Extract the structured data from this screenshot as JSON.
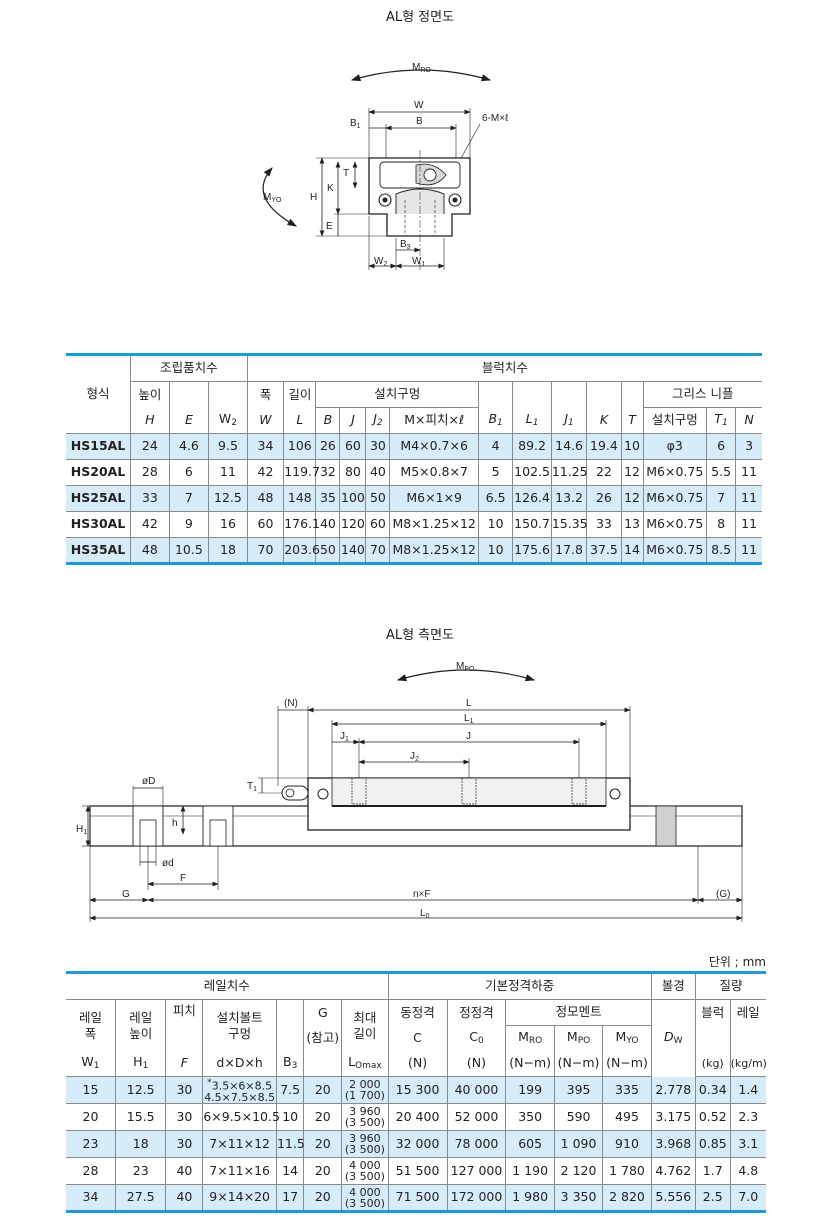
{
  "front_title": "AL형 정면도",
  "side_title": "AL형 측면도",
  "unit_label": "단위 ; mm",
  "front_labels": {
    "mro": "M",
    "mro_sub": "RO",
    "w": "W",
    "b1": "B",
    "b1_sub": "1",
    "b": "B",
    "bolt": "6-M×ℓ",
    "t": "T",
    "h": "H",
    "k": "K",
    "e": "E",
    "myo": "M",
    "myo_sub": "YO",
    "b3": "B",
    "b3_sub": "3",
    "w2": "W",
    "w2_sub": "2",
    "w1": "W",
    "w1_sub": "1"
  },
  "side_labels": {
    "mpo": "M",
    "mpo_sub": "PO",
    "n": "(N)",
    "l": "L",
    "l1": "L",
    "l1_sub": "1",
    "j1": "J",
    "j1_sub": "1",
    "j": "J",
    "j2": "J",
    "j2_sub": "2",
    "t1": "T",
    "t1_sub": "1",
    "od": "øD",
    "h1": "H",
    "h1_sub": "1",
    "h": "h",
    "d": "ød",
    "f": "F",
    "g": "G",
    "nf": "n×F",
    "gp": "(G)",
    "l0": "L",
    "l0_sub": "0"
  },
  "table1": {
    "model_header": "형식",
    "assembly_header": "조립품치수",
    "block_header": "블럭치수",
    "height_header": "높이",
    "width_header": "폭",
    "length_header": "길이",
    "mount_header": "설치구멍",
    "grease_header": "그리스 니플",
    "sym": {
      "H": "H",
      "E": "E",
      "W2": "W",
      "W": "W",
      "L": "L",
      "B": "B",
      "J": "J",
      "J2": "J",
      "M": "M×피치×ℓ",
      "B1": "B",
      "L1": "L",
      "J1": "J",
      "K": "K",
      "T": "T",
      "hole": "설치구멍",
      "T1": "T",
      "N": "N"
    },
    "rows": [
      [
        "HS15AL",
        "24",
        "4.6",
        "9.5",
        "34",
        "106",
        "26",
        "60",
        "30",
        "M4×0.7×6",
        "4",
        "89.2",
        "14.6",
        "19.4",
        "10",
        "φ3",
        "6",
        "3"
      ],
      [
        "HS20AL",
        "28",
        "6",
        "11",
        "42",
        "119.7",
        "32",
        "80",
        "40",
        "M5×0.8×7",
        "5",
        "102.5",
        "11.25",
        "22",
        "12",
        "M6×0.75",
        "5.5",
        "11"
      ],
      [
        "HS25AL",
        "33",
        "7",
        "12.5",
        "48",
        "148",
        "35",
        "100",
        "50",
        "M6×1×9",
        "6.5",
        "126.4",
        "13.2",
        "26",
        "12",
        "M6×0.75",
        "7",
        "11"
      ],
      [
        "HS30AL",
        "42",
        "9",
        "16",
        "60",
        "176.1",
        "40",
        "120",
        "60",
        "M8×1.25×12",
        "10",
        "150.7",
        "15.35",
        "33",
        "13",
        "M6×0.75",
        "8",
        "11"
      ],
      [
        "HS35AL",
        "48",
        "10.5",
        "18",
        "70",
        "203.6",
        "50",
        "140",
        "70",
        "M8×1.25×12",
        "10",
        "175.6",
        "17.8",
        "37.5",
        "14",
        "M6×0.75",
        "8.5",
        "11"
      ]
    ]
  },
  "table2": {
    "rail_header": "레일치수",
    "load_header": "기본정격하중",
    "ball_header": "볼경",
    "mass_header": "질량",
    "rail_width": "레일\n폭",
    "rail_height": "레일\n높이",
    "pitch": "피치",
    "bolt_hole": "설치볼트\n구멍",
    "g_ref": "(참고)",
    "max_len": "최대\n길이",
    "dyn": "동정격",
    "stat": "정정격",
    "moment": "정모멘트",
    "block": "블럭",
    "rail": "레일",
    "sym": {
      "W1": "W",
      "H1": "H",
      "F": "F",
      "dDh": "d×D×h",
      "B3": "B",
      "G": "G",
      "L0": "L",
      "C": "C",
      "C0": "C",
      "MRO": "M",
      "MPO": "M",
      "MYO": "M",
      "DW": "D",
      "N1": "(N)",
      "N2": "(N)",
      "Nm1": "(N−m)",
      "Nm2": "(N−m)",
      "Nm3": "(N−m)",
      "kg": "(kg)",
      "kgm": "(kg/m)"
    },
    "rows": [
      {
        "w1": "15",
        "h1": "12.5",
        "f": "30",
        "bolt_star": "*",
        "bolt_a": "3.5×6×8.5",
        "bolt_b": "4.5×7.5×8.5",
        "b3": "7.5",
        "g": "20",
        "l0a": "2 000",
        "l0b": "(1 700)",
        "c": "15 300",
        "c0": "40 000",
        "mro": "199",
        "mpo": "395",
        "myo": "335",
        "dw": "2.778",
        "blk": "0.34",
        "rl": "1.4"
      },
      {
        "w1": "20",
        "h1": "15.5",
        "f": "30",
        "bolt_star": "",
        "bolt_a": "6×9.5×10.5",
        "bolt_b": "",
        "b3": "10",
        "g": "20",
        "l0a": "3 960",
        "l0b": "(3 500)",
        "c": "20 400",
        "c0": "52 000",
        "mro": "350",
        "mpo": "590",
        "myo": "495",
        "dw": "3.175",
        "blk": "0.52",
        "rl": "2.3"
      },
      {
        "w1": "23",
        "h1": "18",
        "f": "30",
        "bolt_star": "",
        "bolt_a": "7×11×12",
        "bolt_b": "",
        "b3": "11.5",
        "g": "20",
        "l0a": "3 960",
        "l0b": "(3 500)",
        "c": "32 000",
        "c0": "78 000",
        "mro": "605",
        "mpo": "1 090",
        "myo": "910",
        "dw": "3.968",
        "blk": "0.85",
        "rl": "3.1"
      },
      {
        "w1": "28",
        "h1": "23",
        "f": "40",
        "bolt_star": "",
        "bolt_a": "7×11×16",
        "bolt_b": "",
        "b3": "14",
        "g": "20",
        "l0a": "4 000",
        "l0b": "(3 500)",
        "c": "51 500",
        "c0": "127 000",
        "mro": "1 190",
        "mpo": "2 120",
        "myo": "1 780",
        "dw": "4.762",
        "blk": "1.7",
        "rl": "4.8"
      },
      {
        "w1": "34",
        "h1": "27.5",
        "f": "40",
        "bolt_star": "",
        "bolt_a": "9×14×20",
        "bolt_b": "",
        "b3": "17",
        "g": "20",
        "l0a": "4 000",
        "l0b": "(3 500)",
        "c": "71 500",
        "c0": "172 000",
        "mro": "1 980",
        "mpo": "3 350",
        "myo": "2 820",
        "dw": "5.556",
        "blk": "2.5",
        "rl": "7.0"
      }
    ]
  }
}
